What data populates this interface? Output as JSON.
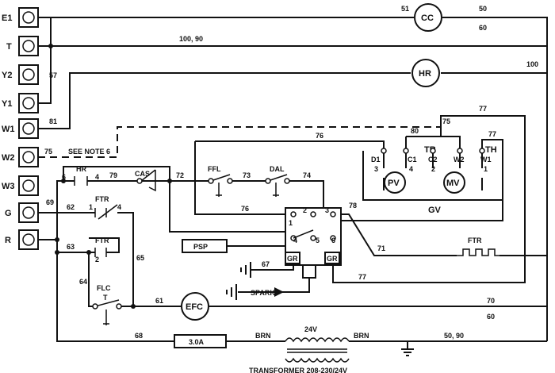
{
  "terminals": [
    "E1",
    "T",
    "Y2",
    "Y1",
    "W1",
    "W2",
    "W3",
    "G",
    "R"
  ],
  "components": {
    "cc": "CC",
    "hr_motor": "HR",
    "pv": "PV",
    "mv": "MV",
    "gv": "GV",
    "efc": "EFC",
    "ftr_heater": "FTR",
    "psp": "PSP",
    "fuse": "3.0A",
    "spark": "SPARK",
    "hr_contact": "HR",
    "cas": "CAS",
    "ffl": "FFL",
    "dal": "DAL",
    "ftr1": "FTR",
    "ftr2": "FTR",
    "flc": "FLC",
    "flc_t": "T",
    "transformer_volts": "24V",
    "transformer_caption": "TRANSFORMER 208-230/24V",
    "see_note": "SEE NOTE 6",
    "gr1": "GR",
    "gr2": "GR",
    "tr": "TR",
    "th": "TH"
  },
  "wire_numbers": {
    "w51": "51",
    "w50": "50",
    "w60top": "60",
    "w100_90": "100, 90",
    "w100": "100",
    "w57": "57",
    "w81": "81",
    "w75a": "75",
    "w75b": "75",
    "w77a": "77",
    "w77b": "77",
    "w76a": "76",
    "w76b": "76",
    "w80": "80",
    "w78": "78",
    "w71": "71",
    "w77c": "77",
    "w69": "69",
    "w6": "6",
    "w62": "62",
    "w63": "63",
    "w64": "64",
    "w65": "65",
    "w72": "72",
    "w73": "73",
    "w74": "74",
    "w79": "79",
    "w67": "67",
    "w61": "61",
    "w70": "70",
    "w60b": "60",
    "w68": "68",
    "brn1": "BRN",
    "brn2": "BRN",
    "w50_90": "50, 90"
  },
  "contact_numbers": {
    "hr_4": "4",
    "ftr1_1": "1",
    "ftr1_4": "4",
    "ftr2_2": "2",
    "gv_d1": "D1",
    "gv_3": "3",
    "gv_c1": "C1",
    "gv_4": "4",
    "gv_c2": "C2",
    "gv_2": "2",
    "gv_w2": "W2",
    "gv_w1": "W1",
    "gv_1": "1",
    "ign_1": "1",
    "ign_2": "2",
    "ign_3": "3",
    "ign_4": "4",
    "ign_5": "5",
    "ign_6": "6"
  }
}
